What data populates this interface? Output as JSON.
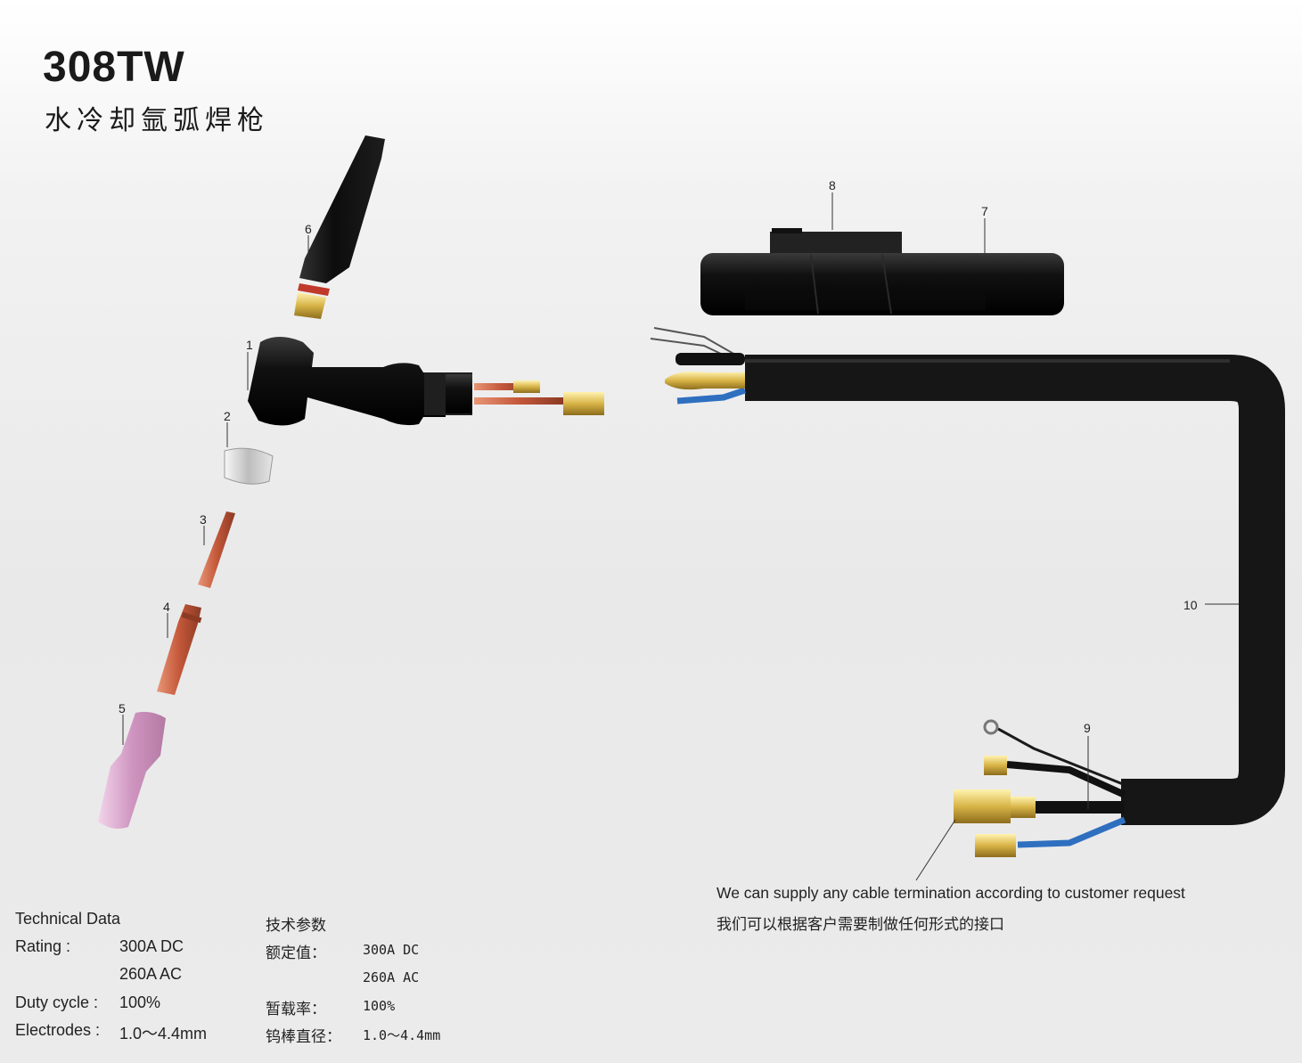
{
  "title": "308TW",
  "subtitle": "水冷却氩弧焊枪",
  "callouts": [
    "1",
    "2",
    "3",
    "4",
    "5",
    "6",
    "7",
    "8",
    "9",
    "10"
  ],
  "parts": [
    {
      "id": "1",
      "name": "torch-body-icon",
      "color": "#1a1a1a"
    },
    {
      "id": "2",
      "name": "heat-shield-icon",
      "color": "#d9d9d9"
    },
    {
      "id": "3",
      "name": "collet-icon",
      "color": "#d9725a"
    },
    {
      "id": "4",
      "name": "collet-body-icon",
      "color": "#c8603f"
    },
    {
      "id": "5",
      "name": "ceramic-nozzle-icon",
      "color": "#d7a4cc"
    },
    {
      "id": "6",
      "name": "back-cap-icon",
      "color": "#1a1a1a"
    },
    {
      "id": "7",
      "name": "handle-icon",
      "color": "#1a1a1a"
    },
    {
      "id": "8",
      "name": "switch-icon",
      "color": "#1a1a1a"
    },
    {
      "id": "9",
      "name": "cable-connector-icon",
      "color": "#d4b24a"
    },
    {
      "id": "10",
      "name": "cable-hose-icon",
      "color": "#161616"
    }
  ],
  "note": {
    "en": "We can supply any cable termination according to customer request",
    "zh": "我们可以根据客户需要制做任何形式的接口"
  },
  "tech_en": {
    "heading": "Technical Data",
    "rating_label": "Rating :",
    "rating_dc": "300A DC",
    "rating_ac": "260A AC",
    "duty_label": "Duty cycle :",
    "duty_value": "100%",
    "electrodes_label": "Electrodes :",
    "electrodes_value": "1.0～4.4mm"
  },
  "tech_zh": {
    "heading": "技术参数",
    "rating_label": "额定值：",
    "rating_dc": "300A DC",
    "rating_ac": "260A AC",
    "duty_label": "暂载率：",
    "duty_value": "100%",
    "electrodes_label": "钨棒直径：",
    "electrodes_value": "1.0～4.4mm"
  },
  "colors": {
    "hose": "#161616",
    "brass": "#d4b24a",
    "copper": "#c8603f",
    "blue_hose": "#2f6fbf",
    "ceramic": "#d7a4cc"
  }
}
